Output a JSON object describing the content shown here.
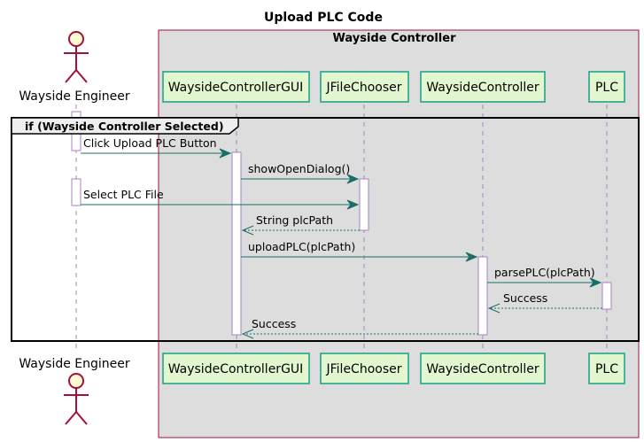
{
  "title": "Upload PLC Code",
  "box": {
    "title": "Wayside Controller"
  },
  "actor": {
    "label": "Wayside Engineer"
  },
  "participants": [
    {
      "id": "gui",
      "label": "WaysideControllerGUI"
    },
    {
      "id": "chooser",
      "label": "JFileChooser"
    },
    {
      "id": "controller",
      "label": "WaysideController"
    },
    {
      "id": "plc",
      "label": "PLC"
    }
  ],
  "fragment": {
    "kind": "alt",
    "label": "if (Wayside Controller Selected)"
  },
  "messages": [
    {
      "id": "m1",
      "from": "actor",
      "to": "gui",
      "label": "Click Upload PLC Button",
      "style": "sync"
    },
    {
      "id": "m2",
      "from": "gui",
      "to": "chooser",
      "label": "showOpenDialog()",
      "style": "sync"
    },
    {
      "id": "m3",
      "from": "actor",
      "to": "chooser",
      "label": "Select PLC File",
      "style": "sync"
    },
    {
      "id": "m4",
      "from": "chooser",
      "to": "gui",
      "label": "String plcPath",
      "style": "return"
    },
    {
      "id": "m5",
      "from": "gui",
      "to": "controller",
      "label": "uploadPLC(plcPath)",
      "style": "sync"
    },
    {
      "id": "m6",
      "from": "controller",
      "to": "plc",
      "label": "parsePLC(plcPath)",
      "style": "sync"
    },
    {
      "id": "m7",
      "from": "plc",
      "to": "controller",
      "label": "Success",
      "style": "return"
    },
    {
      "id": "m8",
      "from": "controller",
      "to": "gui",
      "label": "Success",
      "style": "return"
    }
  ],
  "colors": {
    "participant_fill": "#e2f7cf",
    "participant_border": "#1a9e86",
    "actor_fill": "#fdfbd4",
    "actor_border": "#a3103a",
    "box_fill": "#dddddd",
    "box_border": "#a3103a",
    "lifeline": "#a783c3",
    "activation_fill": "#ffffff",
    "activation_border": "#a783c3",
    "arrow": "#1a6e66",
    "fragment_border": "#000000"
  }
}
